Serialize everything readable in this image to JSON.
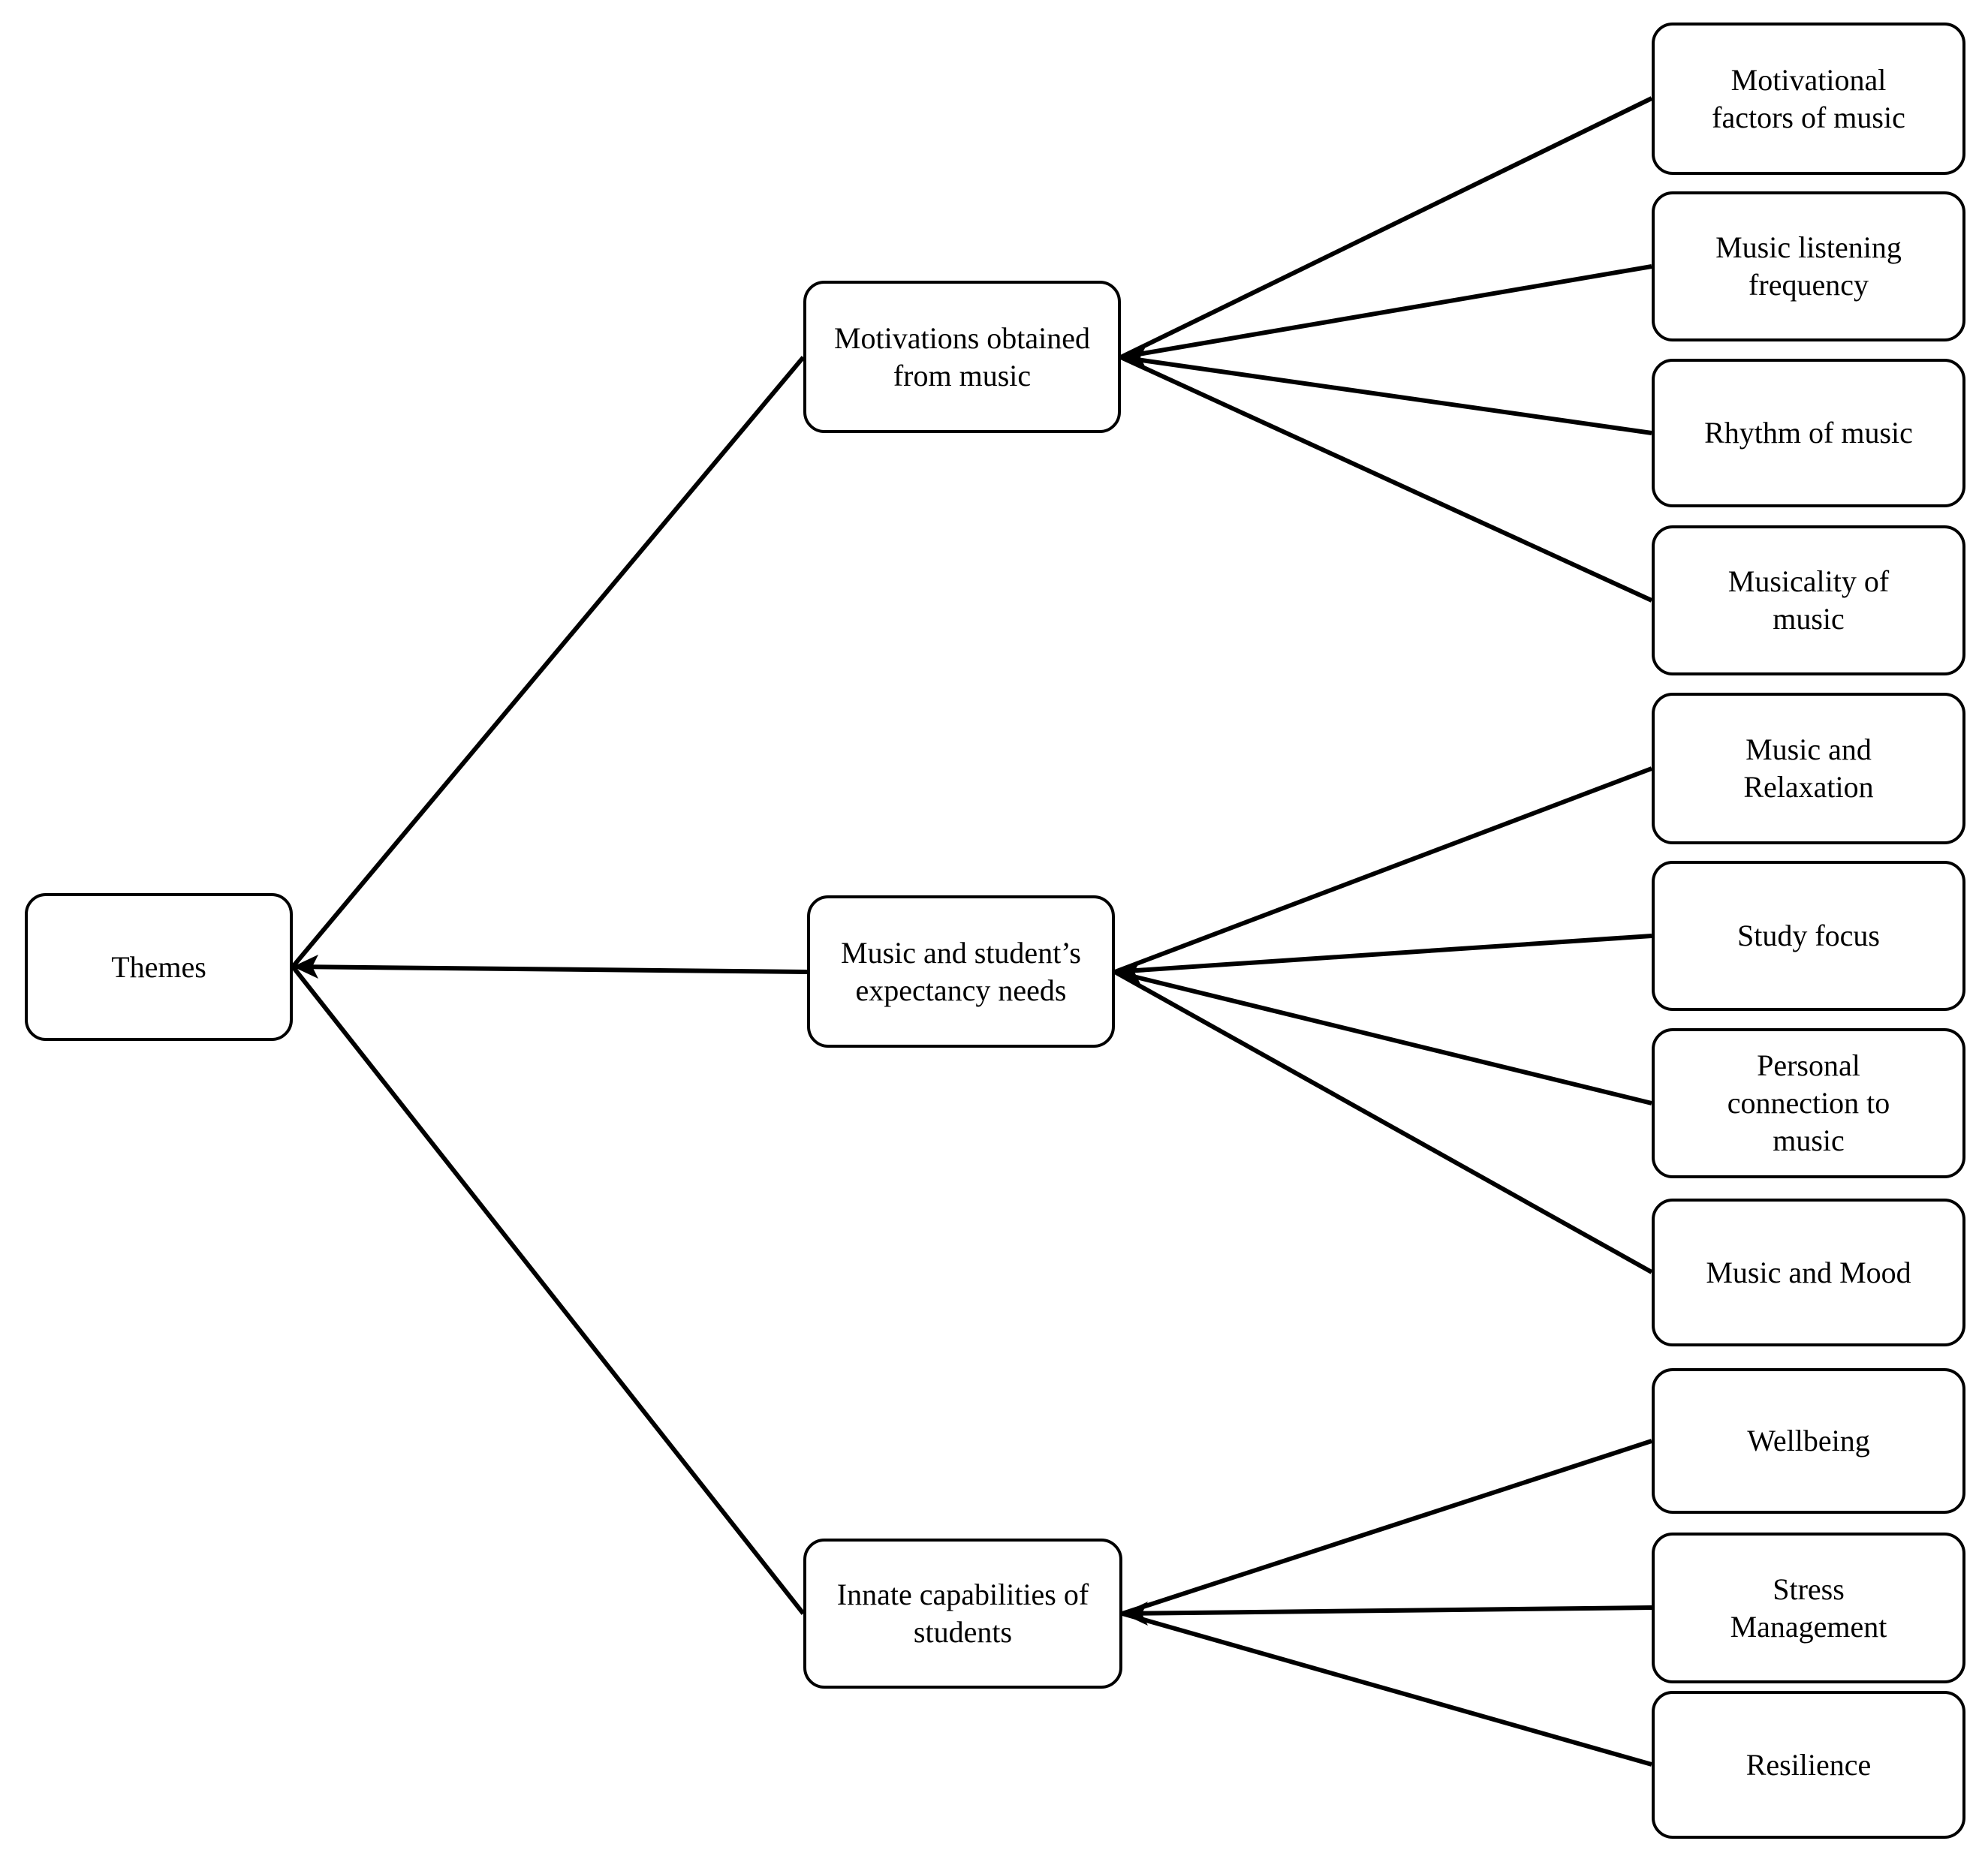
{
  "diagram": {
    "root": {
      "label": "Themes"
    },
    "themes": [
      {
        "label": "Motivations obtained\nfrom music",
        "subthemes": [
          {
            "label": "Motivational\nfactors of music"
          },
          {
            "label": "Music listening\nfrequency"
          },
          {
            "label": "Rhythm of music"
          },
          {
            "label": "Musicality of\nmusic"
          }
        ]
      },
      {
        "label": "Music and student’s\nexpectancy needs",
        "subthemes": [
          {
            "label": "Music and\nRelaxation"
          },
          {
            "label": "Study focus"
          },
          {
            "label": "Personal\nconnection to\nmusic"
          },
          {
            "label": "Music and Mood"
          }
        ]
      },
      {
        "label": "Innate capabilities of\nstudents",
        "subthemes": [
          {
            "label": "Wellbeing"
          },
          {
            "label": "Stress\nManagement"
          },
          {
            "label": "Resilience"
          }
        ]
      }
    ],
    "colors": {
      "box_border": "#000000",
      "box_fill": "#ffffff",
      "line": "#000000",
      "text": "#000000",
      "background": "#ffffff"
    }
  }
}
